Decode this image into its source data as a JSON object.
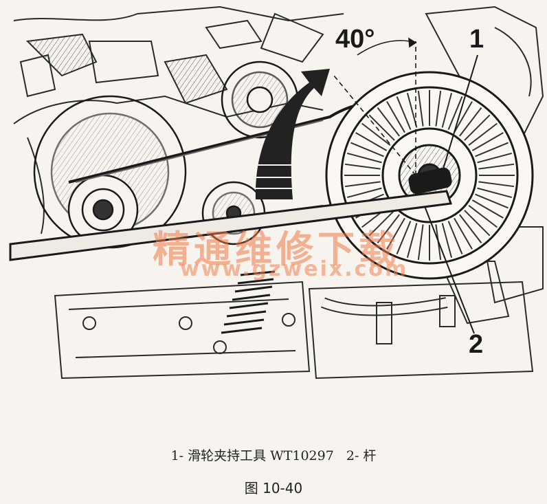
{
  "figure": {
    "angle_label": "40°",
    "callout_1": "1",
    "callout_2": "2",
    "watermark_cn": "精通维修下载",
    "watermark_url": "www.gzweix.com"
  },
  "caption": {
    "item_1": "1- 滑轮夹持工具 WT10297",
    "item_2": "2- 杆"
  },
  "figure_number": "图 10-40",
  "colors": {
    "paper": "#f7f3ee",
    "ink": "#1a1a1a",
    "watermark": "#f07846"
  }
}
